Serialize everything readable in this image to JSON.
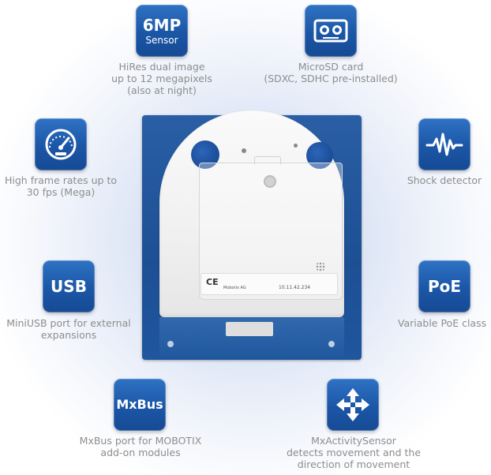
{
  "features": [
    {
      "id": "sensor",
      "tile_line1": "6MP",
      "tile_line2": "Sensor",
      "caption": [
        "HiRes dual image",
        "up to 12 megapixels",
        "(also at night)"
      ]
    },
    {
      "id": "microsd",
      "icon": "microsd-card-icon",
      "caption": [
        "MicroSD card",
        "(SDXC, SDHC pre-installed)"
      ]
    },
    {
      "id": "framerate",
      "icon": "speedometer-icon",
      "caption": [
        "High frame rates up to",
        "30 fps (Mega)"
      ]
    },
    {
      "id": "shock",
      "icon": "waveform-icon",
      "caption": [
        "Shock detector"
      ]
    },
    {
      "id": "usb",
      "tile_text": "USB",
      "caption": [
        "MiniUSB port for external",
        "expansions"
      ]
    },
    {
      "id": "poe",
      "tile_text": "PoE",
      "caption": [
        "Variable PoE class"
      ]
    },
    {
      "id": "mxbus",
      "tile_text": "MxBus",
      "caption": [
        "MxBus port for MOBOTIX",
        "add-on modules"
      ]
    },
    {
      "id": "activity",
      "icon": "four-arrows-move-icon",
      "caption": [
        "MxActivitySensor",
        "detects movement and the",
        "direction of movement"
      ]
    }
  ],
  "camera": {
    "ce_mark": "CE",
    "maker": "Mobotix AG",
    "ip_address": "10.11.42.234"
  },
  "colors": {
    "tile_blue": "#1b56a6",
    "caption_gray": "#8d8d8d",
    "plate_blue": "#1d4f94"
  }
}
